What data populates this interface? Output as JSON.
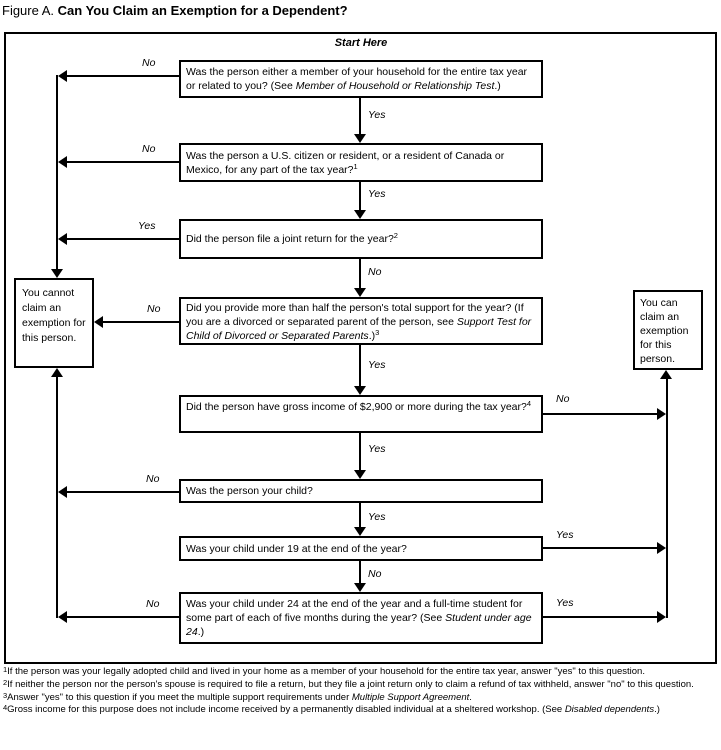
{
  "title": {
    "prefix": "Figure A. ",
    "main": "Can You Claim an Exemption for a Dependent?"
  },
  "start_label": "Start Here",
  "questions": {
    "q1": {
      "text": "Was the person either a member of your household for the entire tax year or related to you? (See ",
      "italic": "Member of Household or Relationship Test",
      "suffix": ".)"
    },
    "q2": {
      "text": "Was the person a U.S. citizen or resident, or a resident of Canada or Mexico, for any part of the tax year?",
      "sup": "1"
    },
    "q3": {
      "text": "Did the person file a joint return for the year?",
      "sup": "2"
    },
    "q4": {
      "text": "Did you provide more than half the person's total support for the year? (If you are a divorced or separated parent of the person, see ",
      "italic": "Support Test for Child of Divorced or Separated Parents",
      "suffix": ".)",
      "sup": "3"
    },
    "q5": {
      "text": "Did the person have gross income of $2,900 or more during the tax year?",
      "sup": "4"
    },
    "q6": {
      "text": "Was the person your child?"
    },
    "q7": {
      "text": "Was your child under 19 at the end of the year?"
    },
    "q8": {
      "text": "Was your child under 24 at the end of the year and a full-time student for some part of each of five months during the year? (See ",
      "italic": "Student under age 24",
      "suffix": ".)"
    }
  },
  "results": {
    "cannot": "You cannot claim an exemption for this person.",
    "can": "You can claim an exemption for this person."
  },
  "edges": {
    "q1_no": "No",
    "q1_yes": "Yes",
    "q2_no": "No",
    "q2_yes": "Yes",
    "q3_yes": "Yes",
    "q3_no": "No",
    "q4_no": "No",
    "q4_yes": "Yes",
    "q5_no": "No",
    "q5_yes": "Yes",
    "q6_no": "No",
    "q6_yes": "Yes",
    "q7_yes": "Yes",
    "q7_no": "No",
    "q8_no": "No",
    "q8_yes": "Yes"
  },
  "footnotes": [
    {
      "sup": "1",
      "text": "If the person was your legally adopted child and lived in your home as a member of your household for the entire tax year, answer \"yes\" to this question."
    },
    {
      "sup": "2",
      "text": "If neither the person nor the person's spouse is required to file a return, but they file a joint return only to claim a refund of tax withheld, answer \"no\" to this question."
    },
    {
      "sup": "3",
      "text": "Answer \"yes\" to this question if you meet the multiple support requirements under ",
      "italic": "Multiple Support Agreement",
      "suffix": "."
    },
    {
      "sup": "4",
      "text": "Gross income for this purpose does not include income received by a permanently disabled individual at a sheltered workshop. (See ",
      "italic": "Disabled dependents",
      "suffix": ".)"
    }
  ],
  "colors": {
    "ink": "#000000",
    "paper": "#ffffff"
  }
}
